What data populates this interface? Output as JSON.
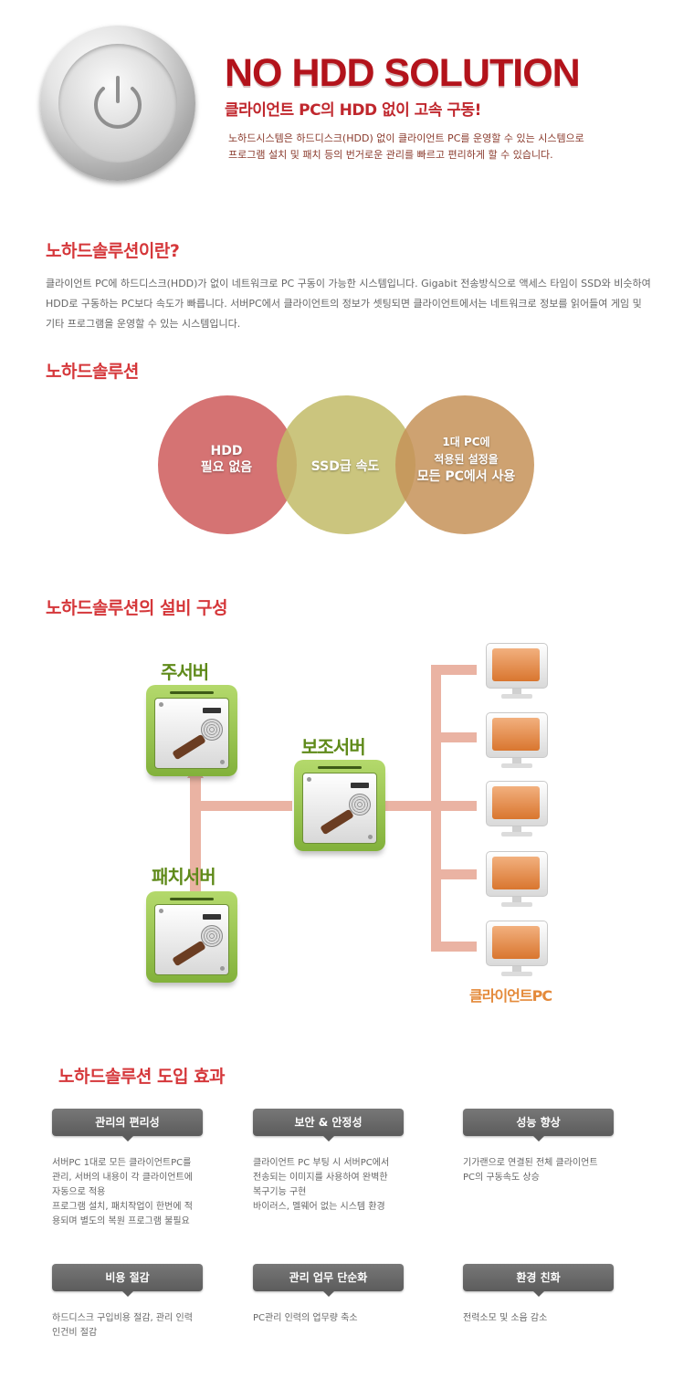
{
  "hero": {
    "title": "NO HDD SOLUTION",
    "subtitle": "클라이언트 PC의 HDD 없이 고속 구동!",
    "description_line1": "노하드시스템은 하드디스크(HDD) 없이 클라이언트 PC를 운영할 수 있는 시스템으로",
    "description_line2": "프로그램 설치 및 패치 등의 번거로운 관리를 빠르고 편리하게 할 수 있습니다."
  },
  "about": {
    "title": "노하드솔루션이란?",
    "body": "클라이언트 PC에 하드디스크(HDD)가 없이 네트워크로 PC 구동이 가능한 시스템입니다. Gigabit 전송방식으로 액세스 타임이 SSD와 비슷하여 HDD로 구동하는 PC보다 속도가 빠릅니다. 서버PC에서 클라이언트의 정보가 셋팅되면 클라이언트에서는 네트워크로 정보를 읽어들여 게임 및 기타 프로그램을 운영할 수 있는 시스템입니다."
  },
  "solution": {
    "title": "노하드솔루션",
    "circle1_line1": "HDD",
    "circle1_line2": "필요 없음",
    "circle2": "SSD급 속도",
    "circle3_line1": "1대 PC에",
    "circle3_line2": "적용된 설정을",
    "circle3_line3": "모든 PC에서 사용",
    "colors": {
      "circle1": "#ce5a5a",
      "circle2": "#c2bb67",
      "circle3": "#c69258"
    }
  },
  "equipment": {
    "title": "노하드솔루션의 설비 구성",
    "main_server": "주서버",
    "sub_server": "보조서버",
    "patch_server": "패치서버",
    "client_label": "클라이언트PC"
  },
  "benefits": {
    "title": "노하드솔루션 도입 효과",
    "items": [
      {
        "label": "관리의 편리성",
        "text": "서버PC 1대로 모든 클라이언트PC를\n관리, 서버의 내용이 각 클라이언트에\n자동으로 적용\n프로그램 설치, 패치작업이 한번에 적\n용되며 별도의 복원 프로그램 불필요"
      },
      {
        "label": "보안 & 안정성",
        "text": "클라이언트 PC 부팅 시 서버PC에서\n전송되는 이미지를 사용하여 완벽한\n복구기능 구현\n바이러스, 멜웨어 없는 시스템 환경"
      },
      {
        "label": "성능 향상",
        "text": "기가랜으로 연결된 전체 클라이언트\nPC의 구동속도 상승"
      },
      {
        "label": "비용 절감",
        "text": "하드디스크 구입비용 절감, 관리 인력\n인건비 절감"
      },
      {
        "label": "관리 업무 단순화",
        "text": "PC관리 인력의 업무량 축소"
      },
      {
        "label": "환경 친화",
        "text": "전력소모 및 소음 감소"
      }
    ]
  },
  "colors": {
    "accent": "#d5373a",
    "hero_red": "#b3131b",
    "server_green": "#82b13b",
    "connector": "#eab3a3",
    "client_orange": "#e48a3b"
  }
}
